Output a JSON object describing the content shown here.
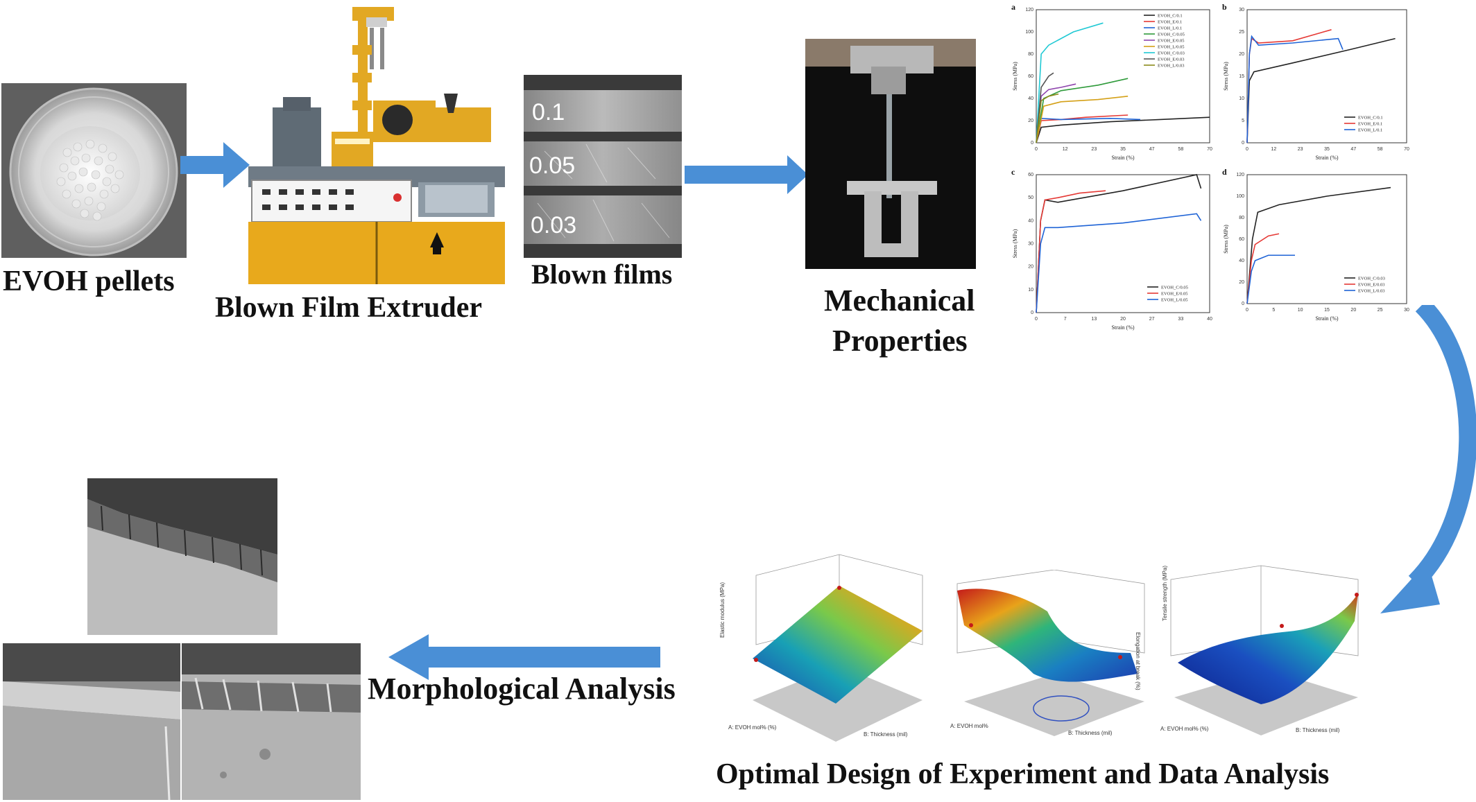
{
  "labels": {
    "pellets": "EVOH pellets",
    "extruder": "Blown Film Extruder",
    "films": "Blown films",
    "mechanical_1": "Mechanical",
    "mechanical_2": "Properties",
    "morphology": "Morphological Analysis",
    "doe": "Optimal Design of Experiment and Data Analysis"
  },
  "films": {
    "t1": "0.1",
    "t2": "0.05",
    "t3": "0.03"
  },
  "charts": {
    "a": {
      "panel": "a",
      "xlabel": "Strain (%)",
      "ylabel": "Stress (MPa)",
      "legend": [
        "EVOH_C/0.1",
        "EVOH_E/0.1",
        "EVOH_L/0.1",
        "EVOH_C/0.05",
        "EVOH_E/0.05",
        "EVOH_L/0.05",
        "EVOH_C/0.03",
        "EVOH_E/0.03",
        "EVOH_L/0.03"
      ]
    },
    "b": {
      "panel": "b",
      "xlabel": "Strain (%)",
      "ylabel": "Stress (MPa)",
      "legend": [
        "EVOH_C/0.1",
        "EVOH_E/0.1",
        "EVOH_L/0.1"
      ]
    },
    "c": {
      "panel": "c",
      "xlabel": "Strain (%)",
      "ylabel": "Stress (MPa)",
      "legend": [
        "EVOH_C/0.05",
        "EVOH_E/0.05",
        "EVOH_L/0.05"
      ]
    },
    "d": {
      "panel": "d",
      "xlabel": "Strain (%)",
      "ylabel": "Stress (MPa)",
      "legend": [
        "EVOH_C/0.03",
        "EVOH_E/0.03",
        "EVOH_L/0.03"
      ]
    }
  },
  "chart_data": [
    {
      "type": "line",
      "panel": "a",
      "xlim": [
        0,
        70
      ],
      "ylim": [
        0,
        120
      ],
      "series": [
        {
          "name": "EVOH_C/0.1",
          "color": "#222222",
          "x": [
            0,
            2,
            10,
            30,
            50,
            70
          ],
          "y": [
            0,
            14,
            16,
            19,
            21,
            23
          ]
        },
        {
          "name": "EVOH_E/0.1",
          "color": "#e53935",
          "x": [
            0,
            2,
            10,
            20,
            37
          ],
          "y": [
            0,
            20,
            21,
            23,
            25
          ]
        },
        {
          "name": "EVOH_L/0.1",
          "color": "#1e63d6",
          "x": [
            0,
            2,
            10,
            30,
            42
          ],
          "y": [
            0,
            22,
            21,
            22,
            21
          ]
        },
        {
          "name": "EVOH_C/0.05",
          "color": "#2e9a3a",
          "x": [
            0,
            3,
            10,
            25,
            37
          ],
          "y": [
            0,
            40,
            47,
            52,
            58
          ]
        },
        {
          "name": "EVOH_E/0.05",
          "color": "#8e44ad",
          "x": [
            0,
            2,
            5,
            10,
            16
          ],
          "y": [
            0,
            42,
            48,
            50,
            53
          ]
        },
        {
          "name": "EVOH_L/0.05",
          "color": "#d4a017",
          "x": [
            0,
            3,
            10,
            25,
            37
          ],
          "y": [
            0,
            33,
            37,
            39,
            42
          ]
        },
        {
          "name": "EVOH_C/0.03",
          "color": "#20c9d4",
          "x": [
            0,
            2,
            5,
            15,
            27
          ],
          "y": [
            0,
            80,
            88,
            100,
            108
          ]
        },
        {
          "name": "EVOH_E/0.03",
          "color": "#555555",
          "x": [
            0,
            2,
            5,
            7
          ],
          "y": [
            0,
            50,
            60,
            63
          ]
        },
        {
          "name": "EVOH_L/0.03",
          "color": "#8b8b1a",
          "x": [
            0,
            2,
            5,
            9
          ],
          "y": [
            0,
            38,
            42,
            44
          ]
        }
      ]
    },
    {
      "type": "line",
      "panel": "b",
      "xlim": [
        0,
        70
      ],
      "ylim": [
        0,
        30
      ],
      "series": [
        {
          "name": "EVOH_C/0.1",
          "color": "#222222",
          "x": [
            0,
            1,
            3,
            20,
            45,
            65
          ],
          "y": [
            0,
            14,
            16,
            18,
            21,
            23.5
          ]
        },
        {
          "name": "EVOH_E/0.1",
          "color": "#e53935",
          "x": [
            0,
            1,
            2,
            5,
            20,
            37
          ],
          "y": [
            0,
            20,
            23.5,
            22.5,
            23,
            25.5
          ]
        },
        {
          "name": "EVOH_L/0.1",
          "color": "#1e63d6",
          "x": [
            0,
            1,
            2,
            5,
            20,
            40,
            42
          ],
          "y": [
            0,
            20,
            24,
            22,
            22.5,
            23.5,
            21
          ]
        }
      ]
    },
    {
      "type": "line",
      "panel": "c",
      "xlim": [
        0,
        40
      ],
      "ylim": [
        0,
        60
      ],
      "series": [
        {
          "name": "EVOH_C/0.05",
          "color": "#222222",
          "x": [
            0,
            1,
            2,
            5,
            20,
            37,
            38
          ],
          "y": [
            0,
            40,
            49,
            48,
            53,
            60,
            54
          ]
        },
        {
          "name": "EVOH_E/0.05",
          "color": "#e53935",
          "x": [
            0,
            1,
            2,
            5,
            10,
            16
          ],
          "y": [
            0,
            40,
            49,
            50,
            52,
            53
          ]
        },
        {
          "name": "EVOH_L/0.05",
          "color": "#1e63d6",
          "x": [
            0,
            1,
            2,
            5,
            20,
            37,
            38
          ],
          "y": [
            0,
            30,
            37,
            37,
            39,
            43,
            40
          ]
        }
      ]
    },
    {
      "type": "line",
      "panel": "d",
      "xlim": [
        0,
        30
      ],
      "ylim": [
        0,
        120
      ],
      "series": [
        {
          "name": "EVOH_C/0.03",
          "color": "#222222",
          "x": [
            0,
            1,
            2,
            6,
            15,
            27
          ],
          "y": [
            0,
            60,
            85,
            92,
            100,
            108
          ]
        },
        {
          "name": "EVOH_E/0.03",
          "color": "#e53935",
          "x": [
            0,
            0.8,
            1.5,
            4,
            6
          ],
          "y": [
            0,
            40,
            55,
            63,
            65
          ]
        },
        {
          "name": "EVOH_L/0.03",
          "color": "#1e63d6",
          "x": [
            0,
            0.8,
            1.5,
            4,
            9
          ],
          "y": [
            0,
            30,
            40,
            45,
            45
          ]
        }
      ]
    }
  ],
  "surfaces": {
    "s1": {
      "zlabel": "Elastic modulus (MPa)",
      "xlabel": "A: EVOH mol% (%)",
      "ylabel": "B: Thickness (mil)"
    },
    "s2": {
      "zlabel": "Elongation at break (%)",
      "xlabel": "A: EVOH mol%",
      "ylabel": "B: Thickness (mil)"
    },
    "s3": {
      "zlabel": "Tensile strength (MPa)",
      "xlabel": "A: EVOH mol% (%)",
      "ylabel": "B: Thickness (mil)"
    }
  },
  "colors": {
    "arrow": "#4a8fd6",
    "black": "#111111"
  }
}
